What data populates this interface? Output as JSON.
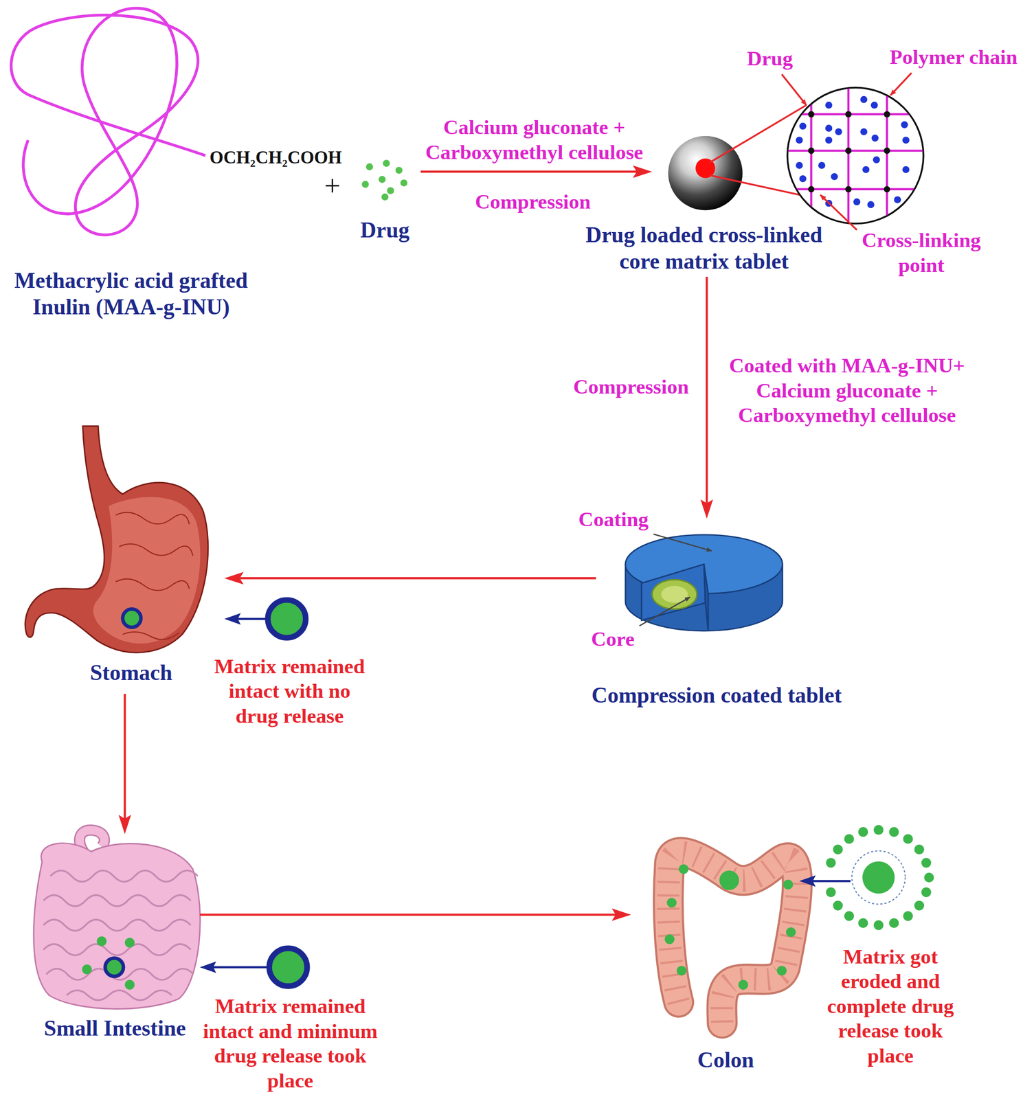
{
  "diagram": {
    "nodes": [
      {
        "text": [
          "OCH₂CH₂COOH",
          "Methacrylic acid grafted Inulin (MAA-g-INU)"
        ]
      },
      {
        "text": [
          "Drug"
        ]
      },
      {
        "text": [
          "Drug loaded cross-linked core matrix tablet"
        ]
      },
      {
        "text": [
          "Compression coated tablet"
        ]
      },
      {
        "text": [
          "Stomach"
        ]
      },
      {
        "text": [
          "Matrix remained intact with no drug release"
        ]
      },
      {
        "text": [
          "Small Intestine"
        ]
      },
      {
        "text": [
          "Matrix remained intact and mininum drug release took place"
        ]
      },
      {
        "text": [
          "Colon"
        ]
      },
      {
        "text": [
          "Matrix got eroded and complete drug release took place"
        ]
      }
    ],
    "edges": [
      {
        "from": 1,
        "to": 2,
        "arrow": "to",
        "label": "Calcium gluconate + Carboxymethyl cellulose"
      },
      {
        "from": 2,
        "to": 3,
        "arrow": "to",
        "label": "Coated with MAA-g-INU+ Calcium gluconate + Carboxymethyl cellulose"
      },
      {
        "from": 3,
        "to": 4,
        "arrow": "to"
      },
      {
        "from": 5,
        "to": 4,
        "arrow": "to"
      },
      {
        "from": 4,
        "to": 6,
        "arrow": "to"
      },
      {
        "from": 7,
        "to": 6,
        "arrow": "to"
      },
      {
        "from": 6,
        "to": 8,
        "arrow": "to"
      },
      {
        "from": 9,
        "to": 8,
        "arrow": "to"
      }
    ],
    "labels": [
      "Drug",
      "Polymer chain",
      "+",
      "Compression",
      "Cross-linking point",
      "Compression",
      "Coating",
      "Core"
    ]
  }
}
